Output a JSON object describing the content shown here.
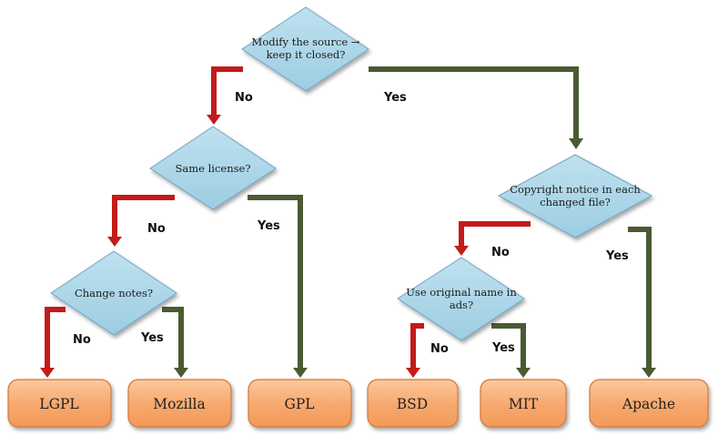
{
  "questions": {
    "q1": [
      "Modify the source →",
      "keep it closed?"
    ],
    "q2": [
      "Same license?"
    ],
    "q3": [
      "Change notes?"
    ],
    "q4": [
      "Copyright notice in each",
      "changed file?"
    ],
    "q5": [
      "Use original name in",
      "ads?"
    ]
  },
  "edges": {
    "q1_no": "No",
    "q1_yes": "Yes",
    "q2_no": "No",
    "q2_yes": "Yes",
    "q3_no": "No",
    "q3_yes": "Yes",
    "q4_no": "No",
    "q4_yes": "Yes",
    "q5_no": "No",
    "q5_yes": "Yes"
  },
  "licenses": {
    "lgpl": "LGPL",
    "mozilla": "Mozilla",
    "gpl": "GPL",
    "bsd": "BSD",
    "mit": "MIT",
    "apache": "Apache"
  },
  "colors": {
    "no_arrow": "#c41a1a",
    "yes_arrow": "#4a5a32",
    "decision_fill": "#a8d4e6",
    "decision_stroke": "#6fa5c4",
    "box_fill": "#f7a76c",
    "box_stroke": "#d2783a"
  }
}
